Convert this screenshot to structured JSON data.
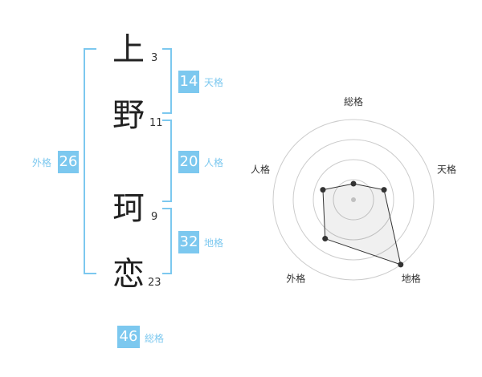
{
  "name": {
    "characters": [
      {
        "char": "上",
        "strokes": "3"
      },
      {
        "char": "野",
        "strokes": "11"
      },
      {
        "char": "珂",
        "strokes": "9"
      },
      {
        "char": "恋",
        "strokes": "23"
      }
    ]
  },
  "kakusu": {
    "tenkaku": {
      "value": "14",
      "label": "天格"
    },
    "jinkaku": {
      "value": "20",
      "label": "人格"
    },
    "chikaku": {
      "value": "32",
      "label": "地格"
    },
    "gaikaku": {
      "value": "26",
      "label": "外格"
    },
    "soukaku": {
      "value": "46",
      "label": "総格"
    }
  },
  "colors": {
    "accent": "#7cc8ef",
    "text": "#222222",
    "point": "#333333"
  },
  "chart_data": {
    "type": "radar",
    "axes": [
      "総格",
      "天格",
      "地格",
      "外格",
      "人格"
    ],
    "values": [
      1,
      2,
      5,
      3,
      2
    ],
    "max": 5,
    "rings": 4,
    "fill_visible": true
  }
}
